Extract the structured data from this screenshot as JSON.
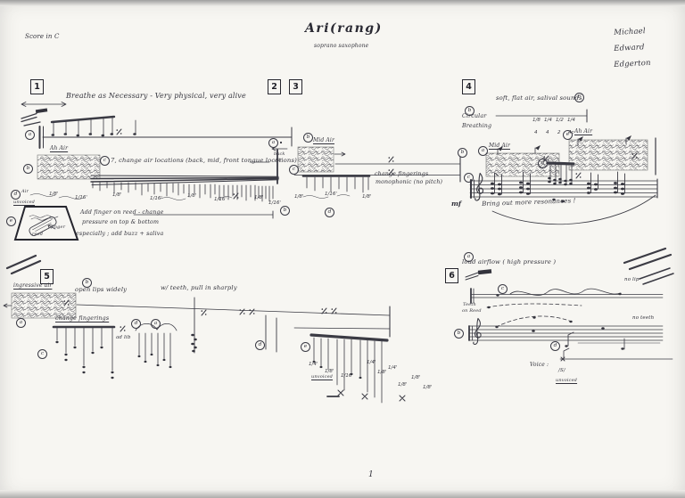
{
  "header": {
    "score_in": "Score in C",
    "title": "Ari(rang)",
    "subtitle": "soprano saxophone",
    "composer": [
      "Michael",
      "Edward",
      "Edgerton"
    ]
  },
  "footer": {
    "page_number": "1"
  },
  "system1": {
    "boxes": [
      "1",
      "2",
      "3",
      "4"
    ],
    "tempo_text": "Breathe as Necessary -  Very  physical, very alive",
    "sec1": {
      "markers": {
        "a": "a",
        "b": "b",
        "c": "c",
        "d": "d",
        "e": "e"
      },
      "ah_air": "Ah  Air",
      "change_air": "7, change air locations     (back, mid, front tongue locations)",
      "air_small": "Air",
      "unvoiced": "unvoiced",
      "fractions": [
        "1/8'",
        "1/16'",
        "1/8'",
        "1/16'",
        "1/8'",
        "1/16'",
        "1/8'",
        "1/16'"
      ],
      "reed": "reed",
      "finger": "finger",
      "note1": "Add finger on reed - change",
      "note2": "pressure on top & bottom",
      "note3": "especially ;     add buzz + saliva"
    },
    "sec23": {
      "markers": {
        "a": "a",
        "b": "b",
        "c": "c",
        "d": "d"
      },
      "back": "back",
      "air": "Air",
      "mid_air": "Mid  Air",
      "note1": "change  fingerings",
      "note2": "monophonic (no pitch)",
      "fractions": [
        "1/8'",
        "1/16'",
        "1/8'"
      ]
    },
    "sec4": {
      "markers": {
        "a": "a",
        "b": "b",
        "c": "c",
        "d": "d",
        "e": "e",
        "f": "F"
      },
      "circular": "Circular",
      "breathing": "Breathing",
      "soft_air": "soft, flat air,  salival sounds",
      "mid_air": "Mid Air",
      "ah_air": "Ah  Air",
      "frac_top": [
        "1/8",
        "1/4",
        "1/2",
        "1/4"
      ],
      "frac_bottom": [
        "4",
        "4",
        "2",
        "4c"
      ],
      "dynamic": "mf",
      "resonances": "Bring out more resonances !"
    }
  },
  "system2": {
    "boxes": [
      "5",
      "6"
    ],
    "sec5": {
      "markers": {
        "a": "a",
        "b": "b",
        "c": "c",
        "d": "d",
        "e": "e"
      },
      "ingressive_air": "ingressive  air",
      "open_lips": "open  lips  widely",
      "change_fingerings": "change   fingerings",
      "ad_lib": "ad lib",
      "teeth": "w/ teeth, pull in sharply",
      "unvoiced": "unvoiced",
      "fractions": [
        "1/4'",
        "1/8'",
        "1/16'",
        "1/4'",
        "1/8'",
        "1/4'",
        "1/8'",
        "1/8'",
        "1/8'"
      ]
    },
    "sec6": {
      "markers": {
        "a": "a",
        "b": "b",
        "c": "c",
        "d": "d"
      },
      "loud_airflow": "loud  airflow  ( high  pressure )",
      "no_lip": "no lip",
      "teeth_line1": "Teeth",
      "teeth_line2": "on Reed",
      "no_teeth": "no teeth",
      "voice": "Voice :",
      "phoneme": "/S/",
      "unvoiced": "unvoiced"
    }
  }
}
